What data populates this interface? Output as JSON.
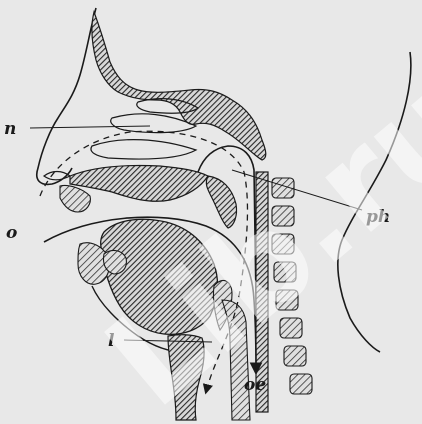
{
  "labels": {
    "n": "n",
    "o": "o",
    "l": "l",
    "oe": "oe",
    "ph": "ph"
  },
  "watermark": "Lib.ru",
  "colors": {
    "background": "#e8e8e8",
    "ink": "#1a1a1a",
    "hatch": "#3a3a3a"
  }
}
